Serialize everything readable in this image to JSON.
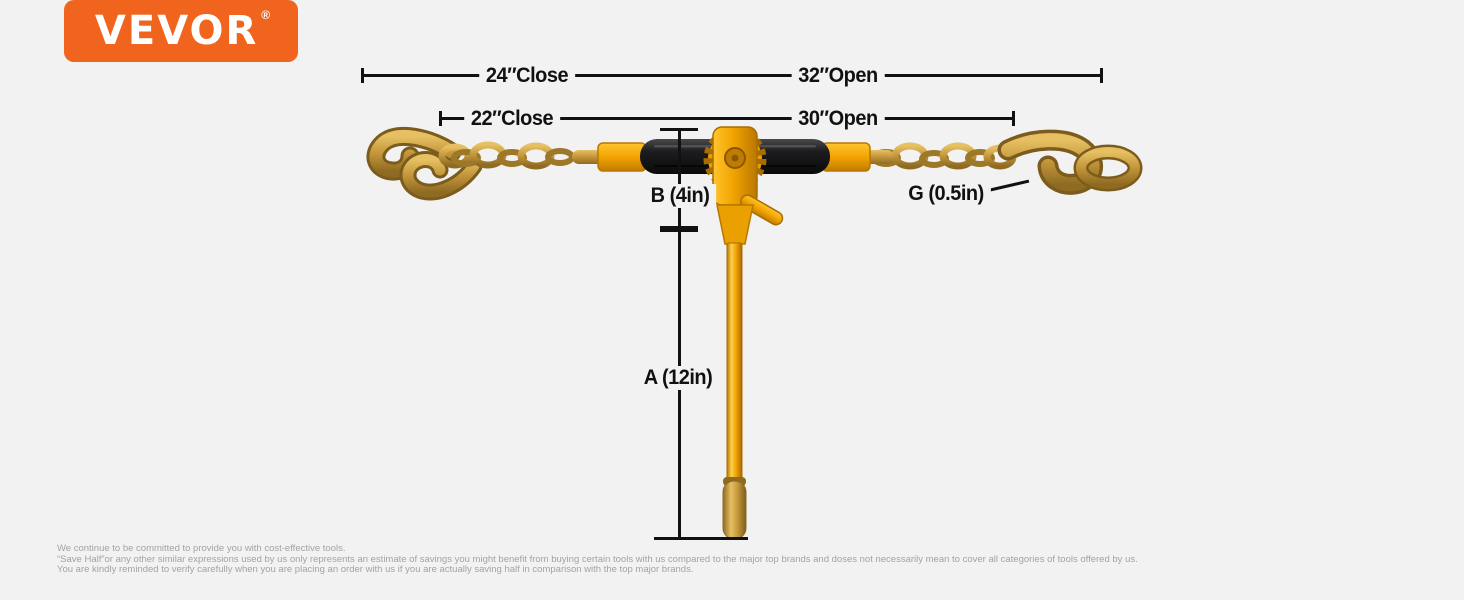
{
  "page": {
    "background": "#f2f2f2"
  },
  "brand": {
    "name": "VEVOR",
    "registered": "®",
    "color": "#f0641e"
  },
  "diagram": {
    "line_color": "#111111",
    "dim_total_close": "24″Close",
    "dim_total_open": "32″Open",
    "dim_inner_close": "22″Close",
    "dim_inner_open": "30″Open",
    "dim_b": "B (4in)",
    "dim_g": "G (0.5in)",
    "dim_a": "A (12in)"
  },
  "product": {
    "illustration": "ratchet-chain-load-binder-with-grab-hooks",
    "colors": {
      "chain_gold": "#c2953a",
      "body_yellow": "#f2a400",
      "grip_black": "#1d1d1f"
    }
  },
  "disclaimer": {
    "lines": [
      "We continue to be committed to provide you with cost-effective tools.",
      "“Save Half”or any other similar expressions used by us only represents an estimate of savings you might benefit from buying certain tools with us compared to the major top brands and doses not necessarily mean to cover all categories of tools offered by us.",
      "You are kindly reminded to verify carefully when you are placing an order with us if you are actually saving half in comparison with the top major brands."
    ]
  }
}
